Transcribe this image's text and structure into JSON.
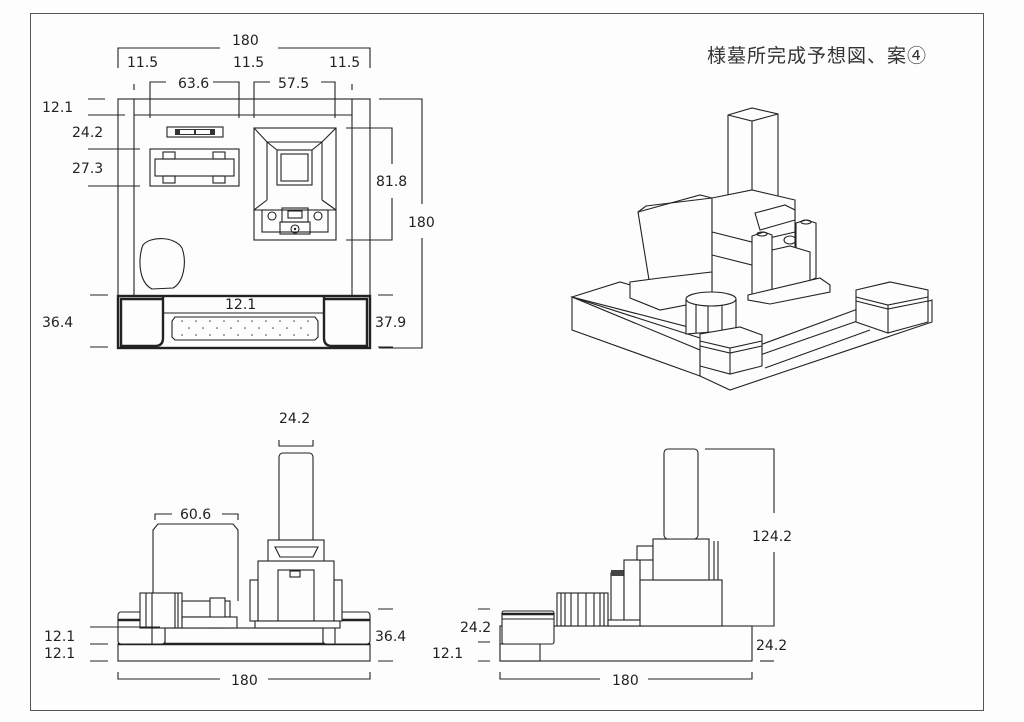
{
  "title": "様墓所完成予想図、案④",
  "plan_view": {
    "overall_width": "180",
    "overall_depth": "180",
    "curb_width_left": "11.5",
    "curb_width_center": "11.5",
    "curb_width_right": "11.5",
    "left_section_width": "63.6",
    "right_section_width": "57.5",
    "back_curb_depth": "12.1",
    "offset_depth": "24.2",
    "bench_depth": "27.3",
    "monument_depth": "81.8",
    "step_depth": "12.1",
    "front_left_post": "36.4",
    "front_right_post": "37.9"
  },
  "front_elevation": {
    "monument_width": "24.2",
    "stele_width": "60.6",
    "base_height_upper": "12.1",
    "base_height_lower": "12.1",
    "post_height": "36.4",
    "overall_width": "180"
  },
  "side_elevation": {
    "monument_height": "124.2",
    "post_height": "24.2",
    "base_height_left": "12.1",
    "base_height_right": "24.2",
    "overall_width": "180"
  },
  "colors": {
    "line": "#222222",
    "background": "#fdfdfd",
    "frame": "#555555"
  }
}
